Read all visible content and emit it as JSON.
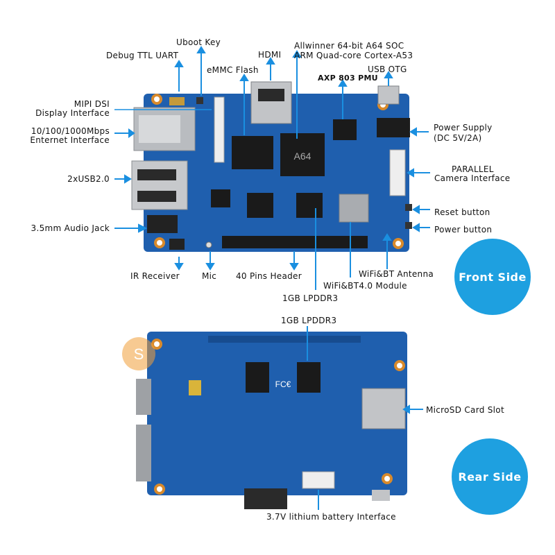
{
  "front": {
    "labels": {
      "debug_uart": "Debug TTL UART",
      "uboot_key": "Uboot Key",
      "hdmi": "HDMI",
      "emmc": "eMMC Flash",
      "soc_line1": "Allwinner 64-bit A64 SOC",
      "soc_line2": "ARM Quad-core Cortex-A53",
      "pmu": "AXP 803 PMU",
      "usb_otg": "USB OTG",
      "mipi_line1": "MIPI DSI",
      "mipi_line2": "Display Interface",
      "eth_line1": "10/100/1000Mbps",
      "eth_line2": "Enternet Interface",
      "usb2": "2xUSB2.0",
      "audio": "3.5mm Audio Jack",
      "power_line1": "Power Supply",
      "power_line2": "(DC 5V/2A)",
      "parallel_line1": "PARALLEL",
      "parallel_line2": "Camera Interface",
      "reset": "Reset button",
      "power_button": "Power button",
      "ir": "IR Receiver",
      "mic": "Mic",
      "pins": "40 Pins Header",
      "wifi_antenna": "WiFi&BT Antenna",
      "wifi_module": "WiFi&BT4.0 Module",
      "lpddr3": "1GB LPDDR3"
    },
    "chip_text": {
      "soc": "A64"
    },
    "badge": "Front Side"
  },
  "rear": {
    "labels": {
      "lpddr3": "1GB LPDDR3",
      "microsd": "MicroSD Card Slot",
      "battery": "3.7V lithium battery Interface"
    },
    "chip_text": {
      "fcc": "FC€"
    },
    "badge": "Rear Side"
  },
  "colors": {
    "pcb": "#1f5fae",
    "pcb_dark": "#174c8f",
    "chip": "#1a1a1a",
    "accent": "#1ea0e0",
    "pointer": "#1a8fe0",
    "metal": "#b9bcc0"
  }
}
